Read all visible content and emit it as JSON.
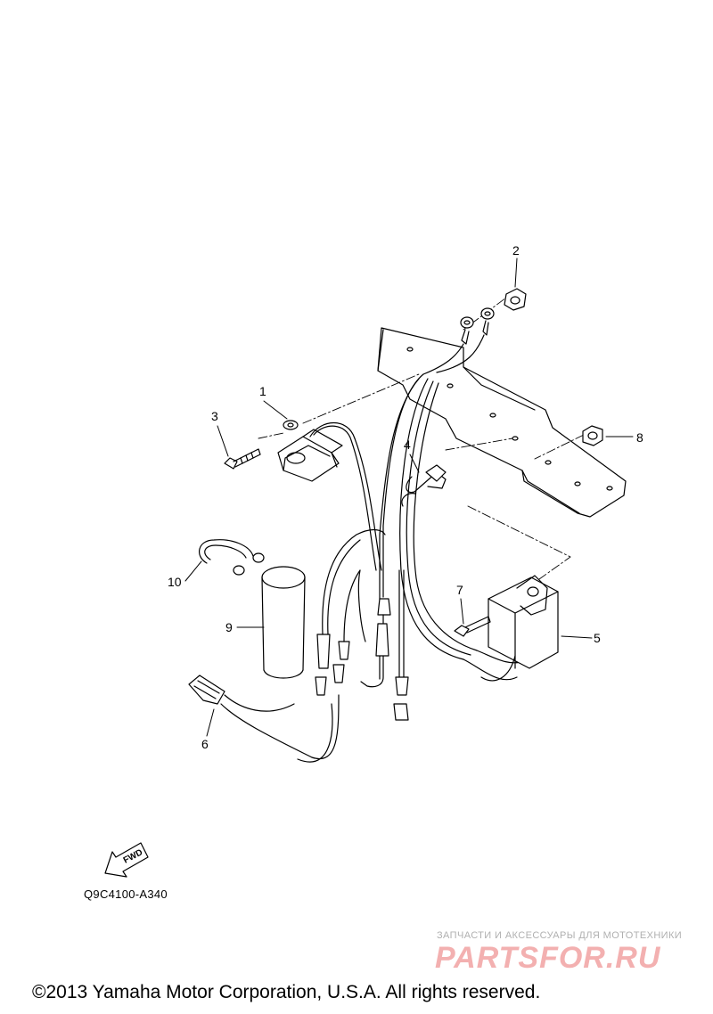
{
  "callouts": [
    {
      "num": "1"
    },
    {
      "num": "2"
    },
    {
      "num": "3"
    },
    {
      "num": "4"
    },
    {
      "num": "5"
    },
    {
      "num": "6"
    },
    {
      "num": "7"
    },
    {
      "num": "8"
    },
    {
      "num": "9"
    },
    {
      "num": "10"
    }
  ],
  "fwd_label": "FWD",
  "diagram_code": "Q9C4100-A340",
  "watermark": {
    "tagline": "ЗАПЧАСТИ И АКСЕССУАРЫ ДЛЯ МОТОТЕХНИКИ",
    "logo": "PARTSFOR.RU"
  },
  "copyright": "©2013 Yamaha Motor Corporation, U.S.A. All rights reserved."
}
